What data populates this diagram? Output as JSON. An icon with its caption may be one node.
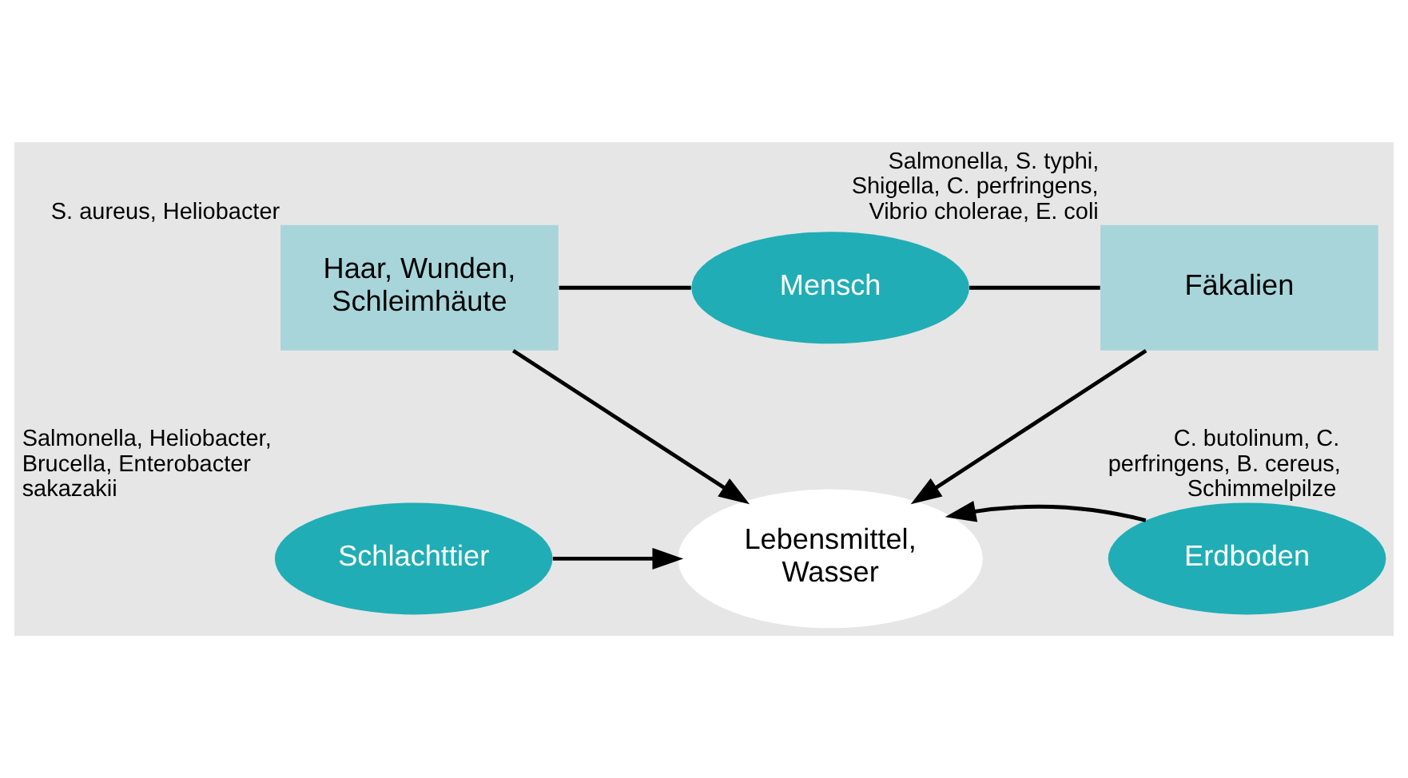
{
  "diagram": {
    "nodes": [
      {
        "text": [
          "Haar, Wunden, Schleimhäute"
        ],
        "beside": [
          "S. aureus, Heliobacter"
        ]
      },
      {
        "text": [
          "Mensch"
        ]
      },
      {
        "text": [
          "Fäkalien"
        ],
        "beside": [
          "Salmonella, S. typhi, Shigella, C. perfringens, Vibrio cholerae, E. coli"
        ]
      },
      {
        "text": [
          "Lebensmittel, Wasser"
        ]
      },
      {
        "text": [
          "Schlachttier"
        ],
        "beside": [
          "Salmonella, Heliobacter, Brucella, Enterobacter sakazakii"
        ]
      },
      {
        "text": [
          "Erdboden"
        ],
        "beside": [
          "C. butolinum, C. perfringens, B. cereus, Schimmelpilze"
        ]
      }
    ],
    "edges": [
      {
        "from": 0,
        "to": 1,
        "arrow": "none"
      },
      {
        "from": 1,
        "to": 2,
        "arrow": "none"
      },
      {
        "from": 0,
        "to": 3,
        "arrow": "to"
      },
      {
        "from": 2,
        "to": 3,
        "arrow": "to"
      },
      {
        "from": 4,
        "to": 3,
        "arrow": "to"
      },
      {
        "from": 5,
        "to": 3,
        "arrow": "to"
      }
    ]
  }
}
